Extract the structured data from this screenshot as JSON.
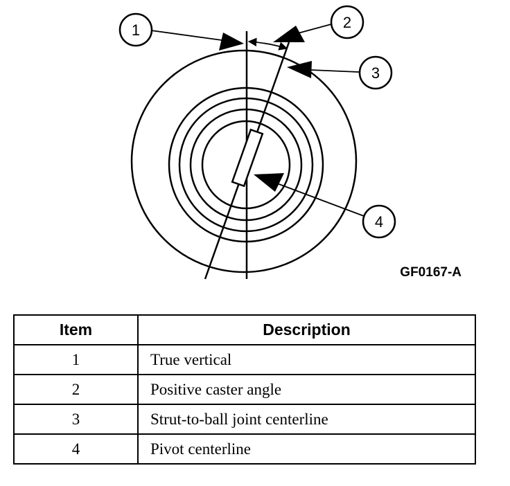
{
  "figure": {
    "code": "GF0167-A",
    "callouts": [
      "1",
      "2",
      "3",
      "4"
    ]
  },
  "legend": {
    "headers": {
      "item": "Item",
      "description": "Description"
    },
    "rows": [
      {
        "item": "1",
        "description": "True vertical"
      },
      {
        "item": "2",
        "description": "Positive caster angle"
      },
      {
        "item": "3",
        "description": "Strut-to-ball joint centerline"
      },
      {
        "item": "4",
        "description": "Pivot centerline"
      }
    ]
  }
}
